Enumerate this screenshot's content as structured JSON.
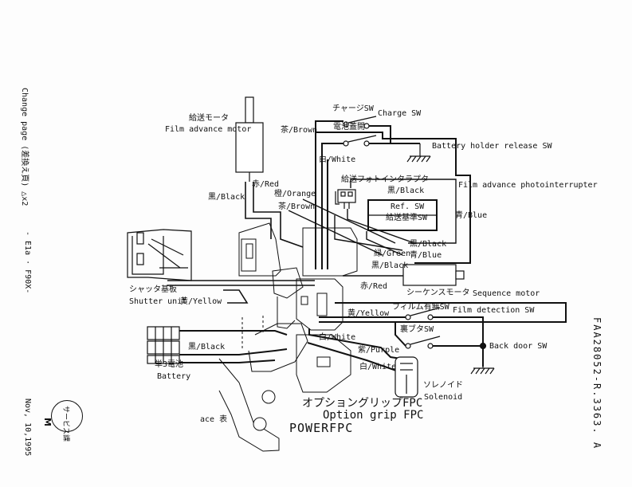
{
  "side_margin": {
    "change_page": "Change page (差換え頁) △x2",
    "model": "- E1a · F90X-",
    "date": "Nov, 10,1995"
  },
  "doc_number": "FAA28052-R.3363. A",
  "stamp": {
    "top_text": "サービス課",
    "mark": "M"
  },
  "labels": {
    "film_advance_motor_jp": "給送モータ",
    "film_advance_motor_en": "Film advance motor",
    "charge_sw_jp": "チャージSW",
    "charge_sw_en": "Charge SW",
    "brown1": "茶/Brown",
    "battery_holder_jp": "電池蓋開",
    "battery_holder_en": "Battery holder release SW",
    "white1": "白/White",
    "photo_jp": "給送フォトインタラプタ",
    "black1": "黒/Black",
    "photo_en": "Film advance photointerrupter",
    "red1": "赤/Red",
    "orange": "橙/Orange",
    "black2": "黒/Black",
    "brown2": "茶/Brown",
    "ref_sw_en": "Ref. SW",
    "ref_sw_jp": "給送基準SW",
    "blue1": "青/Blue",
    "black3": "黒/Black",
    "green": "緑/Green",
    "blue2": "青/Blue",
    "black4": "黒/Black",
    "shutter_jp": "シャッタ基板",
    "shutter_en": "Shutter unit",
    "yellow1": "黄/Yellow",
    "red2": "赤/Red",
    "sequence_jp": "シーケンスモータ",
    "sequence_en": "Sequence motor",
    "film_detect_jp": "フィルム有無SW",
    "film_detect_en": "Film detection SW",
    "yellow2": "黄/Yellow",
    "back_door_jp": "裏ブタSW",
    "back_door_en": "Back door SW",
    "white2": "白/White",
    "black5": "黒/Black",
    "purple": "紫/Purple",
    "white3": "白/White",
    "battery_jp": "単3電池",
    "battery_en": "Battery",
    "solenoid_jp": "ソレノイド",
    "solenoid_en": "Solenoid",
    "option_jp": "オプショングリップFPC",
    "option_en": "Option grip FPC",
    "ace": "ace 表",
    "power_fpc": "POWERFPC"
  }
}
